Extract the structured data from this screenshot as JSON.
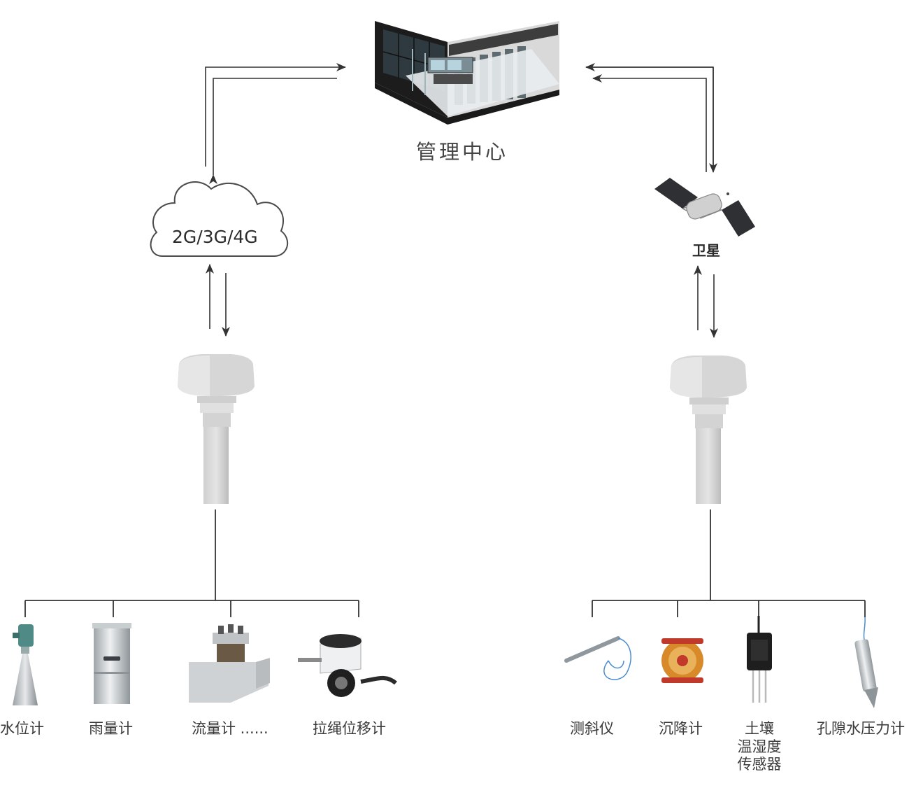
{
  "center": {
    "label": "管理中心"
  },
  "left_network": {
    "label": "2G/3G/4G"
  },
  "right_network": {
    "label": "卫星"
  },
  "left_devices": [
    {
      "label": "水位计"
    },
    {
      "label": "雨量计"
    },
    {
      "label": "流量计 ......"
    },
    {
      "label": "拉绳位移计"
    }
  ],
  "right_devices": [
    {
      "label": "测斜仪"
    },
    {
      "label": "沉降计"
    },
    {
      "label_lines": [
        "土壤",
        "温湿度",
        "传感器"
      ]
    },
    {
      "label": "孔隙水压力计"
    }
  ],
  "colors": {
    "line": "#333333",
    "label": "#3a3a3a"
  }
}
